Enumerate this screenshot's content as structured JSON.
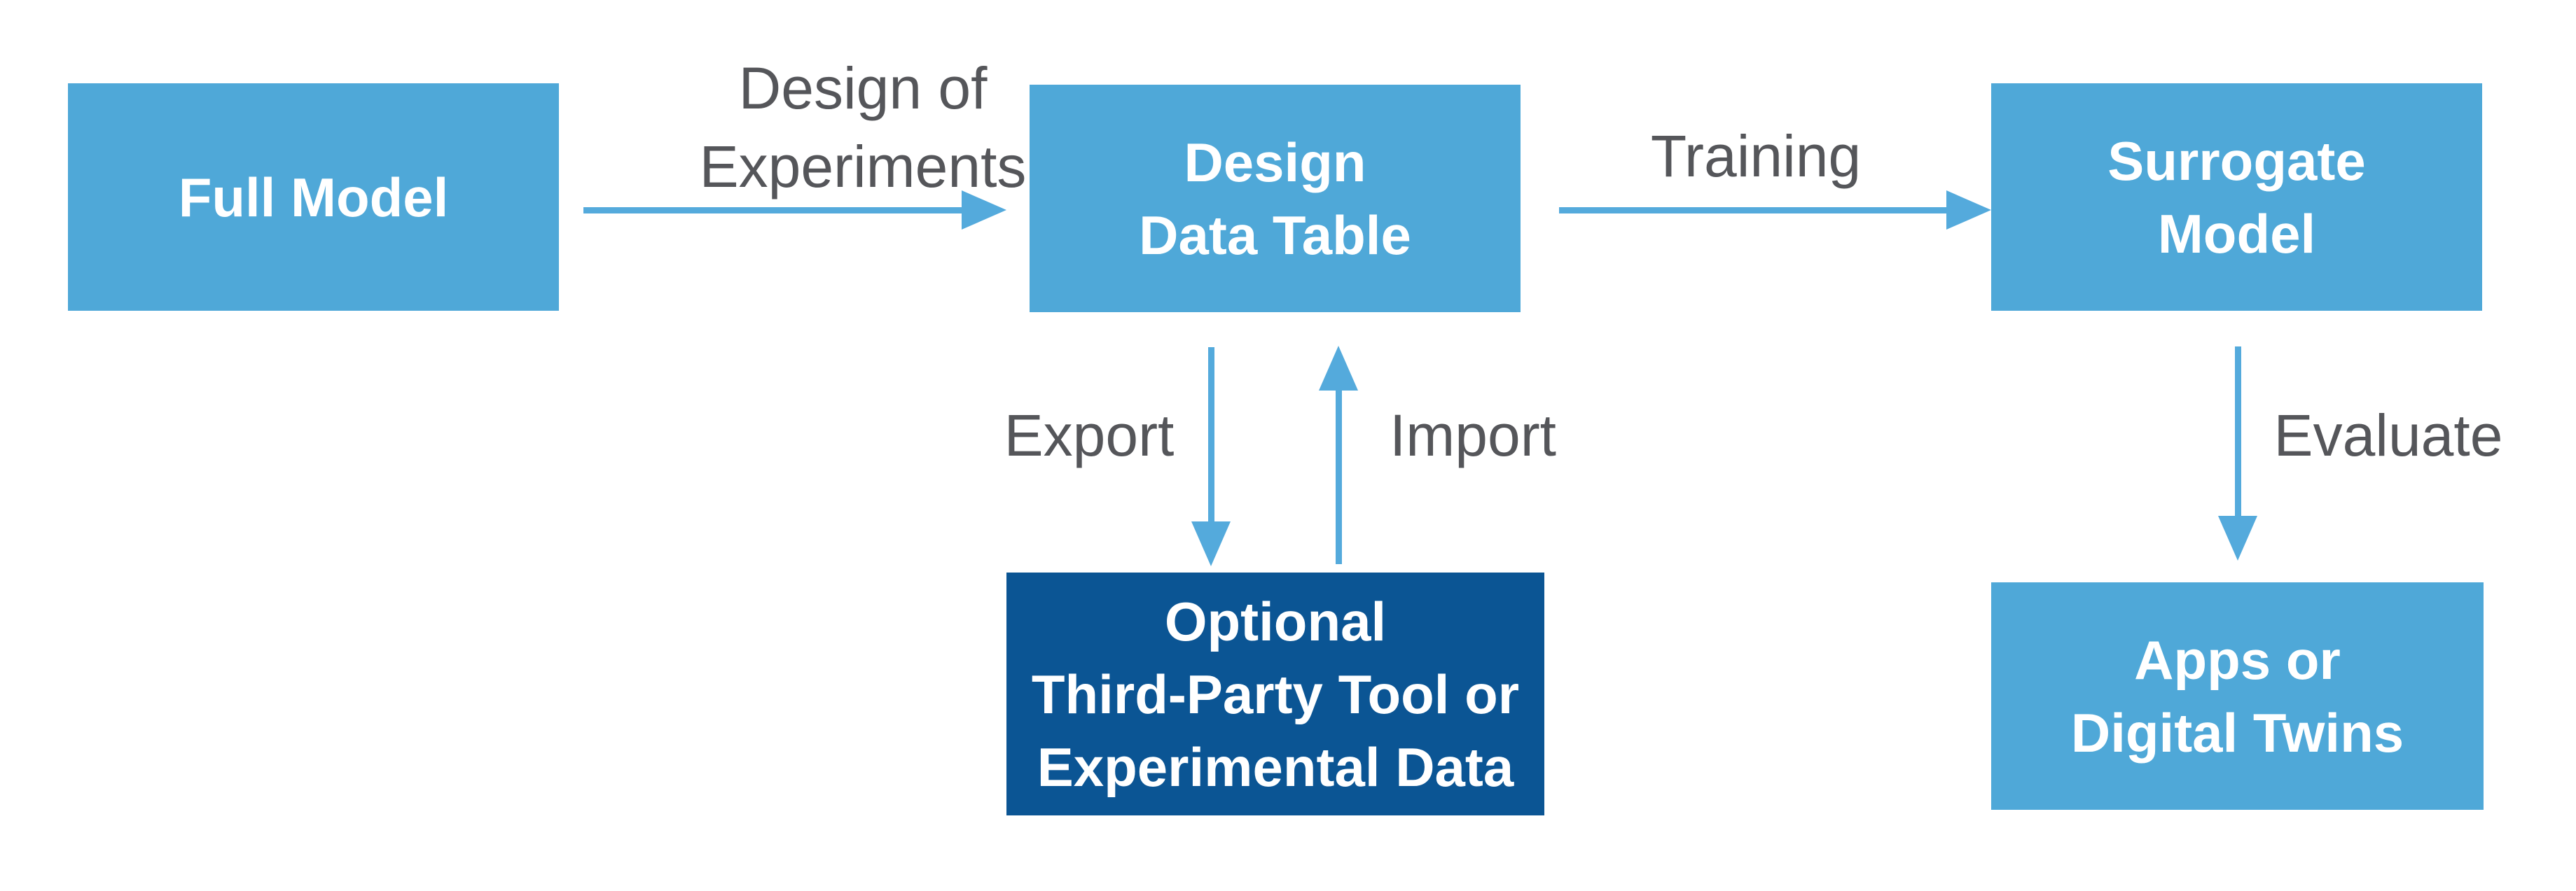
{
  "diagram": {
    "colors": {
      "box_light": "#4FA8D8",
      "box_dark": "#0B5594",
      "arrow": "#54AADC",
      "label_text": "#55565A",
      "box_text": "#FFFFFF",
      "bg": "#FFFFFF"
    },
    "nodes": {
      "full_model": {
        "line1": "Full Model"
      },
      "design_data_table": {
        "line1": "Design",
        "line2": "Data Table"
      },
      "surrogate_model": {
        "line1": "Surrogate",
        "line2": "Model"
      },
      "optional_third_party": {
        "line1": "Optional",
        "line2": "Third-Party Tool or",
        "line3": "Experimental Data"
      },
      "apps_digital_twins": {
        "line1": "Apps or",
        "line2": "Digital Twins"
      }
    },
    "edge_labels": {
      "design_of_experiments_line1": "Design of",
      "design_of_experiments_line2": "Experiments",
      "training": "Training",
      "export": "Export",
      "import": "Import",
      "evaluate": "Evaluate"
    }
  }
}
